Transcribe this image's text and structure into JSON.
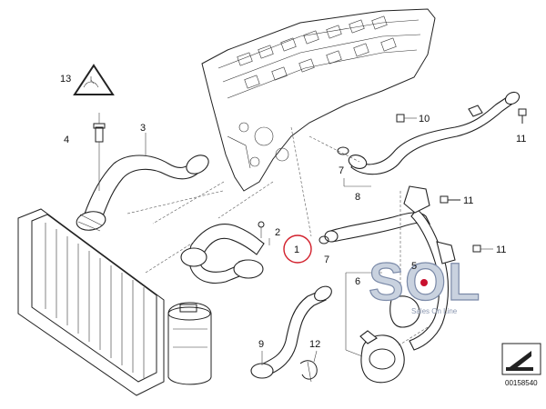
{
  "diagram": {
    "reference_number": "00158540",
    "highlighted_part": "1",
    "parts": [
      {
        "id": "p1",
        "label": "1"
      },
      {
        "id": "p2",
        "label": "2"
      },
      {
        "id": "p3",
        "label": "3"
      },
      {
        "id": "p4",
        "label": "4"
      },
      {
        "id": "p5",
        "label": "5"
      },
      {
        "id": "p6",
        "label": "6"
      },
      {
        "id": "p7a",
        "label": "7"
      },
      {
        "id": "p7b",
        "label": "7"
      },
      {
        "id": "p8",
        "label": "8"
      },
      {
        "id": "p9",
        "label": "9"
      },
      {
        "id": "p10",
        "label": "10"
      },
      {
        "id": "p11a",
        "label": "11"
      },
      {
        "id": "p11b",
        "label": "11"
      },
      {
        "id": "p11c",
        "label": "11"
      },
      {
        "id": "p12",
        "label": "12"
      },
      {
        "id": "p13",
        "label": "13"
      }
    ]
  },
  "watermark": {
    "letters": [
      "S",
      "O",
      "L"
    ],
    "tagline": "Sales On Line",
    "accent_color": "#c8102e"
  },
  "colors": {
    "line": "#222222",
    "highlight_circle": "#d21f2b",
    "logo_fill": "#c9d2df"
  }
}
